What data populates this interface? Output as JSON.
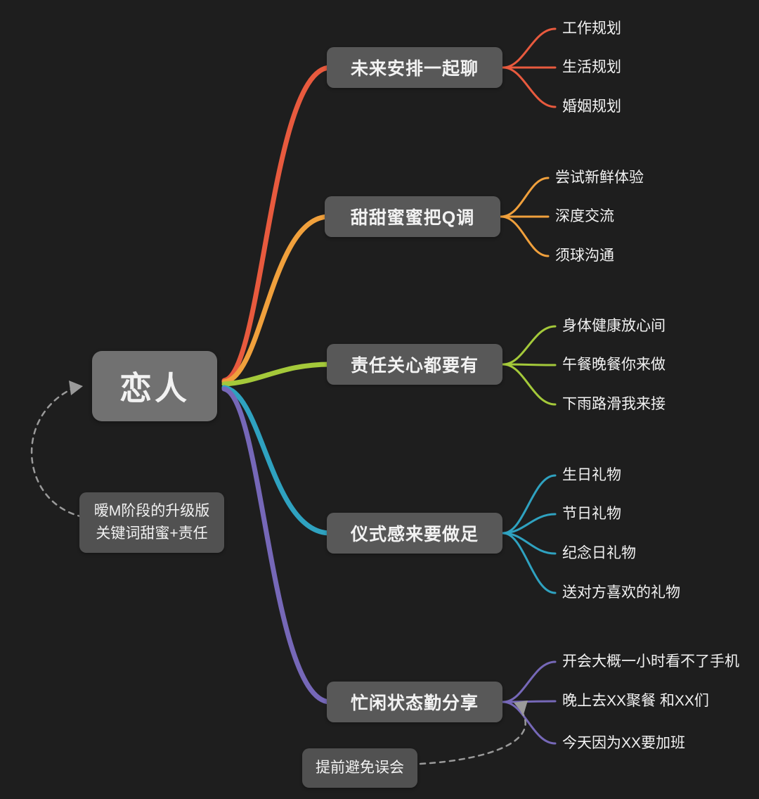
{
  "canvas": {
    "background": "#1e1e1e"
  },
  "root": {
    "label": "恋人"
  },
  "branches": [
    {
      "label": "未来安排一起聊",
      "color": "#e85a3e",
      "children": [
        "工作规划",
        "生活规划",
        "婚姻规划"
      ]
    },
    {
      "label": "甜甜蜜蜜把Q调",
      "color": "#f0a03c",
      "children": [
        "尝试新鲜体验",
        "深度交流",
        "须球沟通"
      ]
    },
    {
      "label": "责任关心都要有",
      "color": "#a4c93a",
      "children": [
        "身体健康放心间",
        "午餐晚餐你来做",
        "下雨路滑我来接"
      ]
    },
    {
      "label": "仪式感来要做足",
      "color": "#2fa2c0",
      "children": [
        "生日礼物",
        "节日礼物",
        "纪念日礼物",
        "送对方喜欢的礼物"
      ]
    },
    {
      "label": "忙闲状态勤分享",
      "color": "#7668b8",
      "children": [
        "开会大概一小时看不了手机",
        "晚上去XX聚餐 和XX们",
        "今天因为XX要加班"
      ]
    }
  ],
  "notes": {
    "root_note_line1": "暧M阶段的升级版",
    "root_note_line2": "关键词甜蜜+责任",
    "bottom_note": "提前避免误会",
    "arrow_color": "#9a9a9a"
  }
}
